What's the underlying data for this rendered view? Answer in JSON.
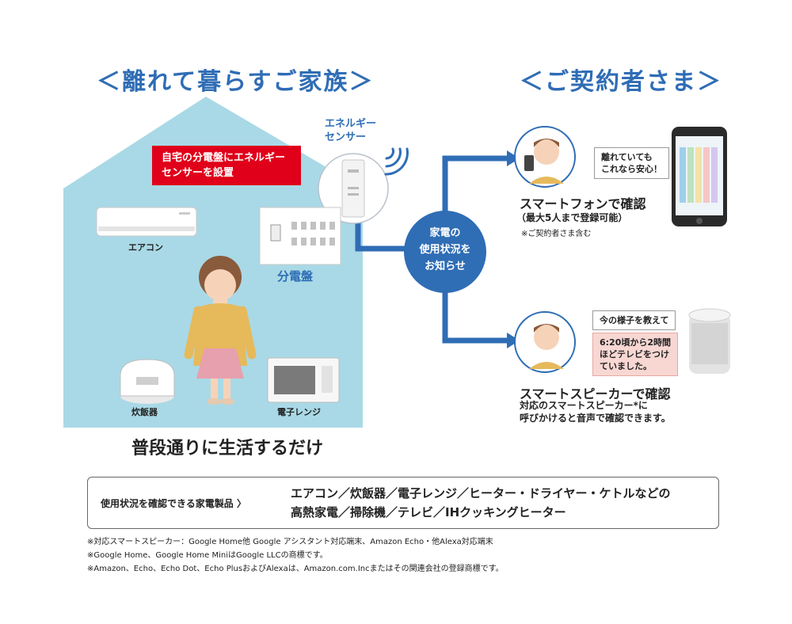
{
  "left_heading": "＜離れて暮らすご家族＞",
  "right_heading": "＜ご契約者さま＞",
  "sensor_label": [
    "エネルギー",
    "センサー"
  ],
  "install_note": [
    "自宅の分電盤にエネルギー",
    "センサーを設置"
  ],
  "appliances": {
    "aircon": "エアコン",
    "panel": "分電盤",
    "rice_cooker": "炊飯器",
    "microwave": "電子レンジ"
  },
  "daily_life_caption": "普段通りに生活するだけ",
  "hub_text": [
    "家電の",
    "使用状況を",
    "お知らせ"
  ],
  "smartphone": {
    "bubble": [
      "離れていても",
      "これなら安心！"
    ],
    "title": "スマートフォンで確認",
    "subtitle": "（最大5人まで登録可能）",
    "note": "※ご契約者さま含む"
  },
  "speaker": {
    "bubble_question": "今の様子を教えて",
    "bubble_answer": [
      "6:20頃から2時間",
      "ほどテレビをつけ",
      "ていました。"
    ],
    "title": "スマートスピーカーで確認",
    "desc": [
      "対応のスマートスピーカー*に",
      "呼びかけると音声で確認できます。"
    ]
  },
  "products_box": {
    "label": "使用状況を確認できる家電製品 〉",
    "items": [
      "エアコン／炊飯器／電子レンジ／ヒーター・ドライヤー・ケトルなどの",
      "高熱家電／掃除機／テレビ／IHクッキングヒーター"
    ]
  },
  "footnotes": [
    "※対応スマートスピーカー：Google Home他 Google アシスタント対応端末、Amazon Echo・他Alexa対応端末",
    "※Google Home、Google Home MiniはGoogle LLCの商標です。",
    "※Amazon、Echo、Echo Dot、Echo PlusおよびAlexaは、Amazon.com.Incまたはその関連会社の登録商標です。"
  ],
  "colors": {
    "accent_blue": "#2f6db5",
    "house_blue": "#a9d9e6",
    "alert_red": "#e0001a"
  }
}
